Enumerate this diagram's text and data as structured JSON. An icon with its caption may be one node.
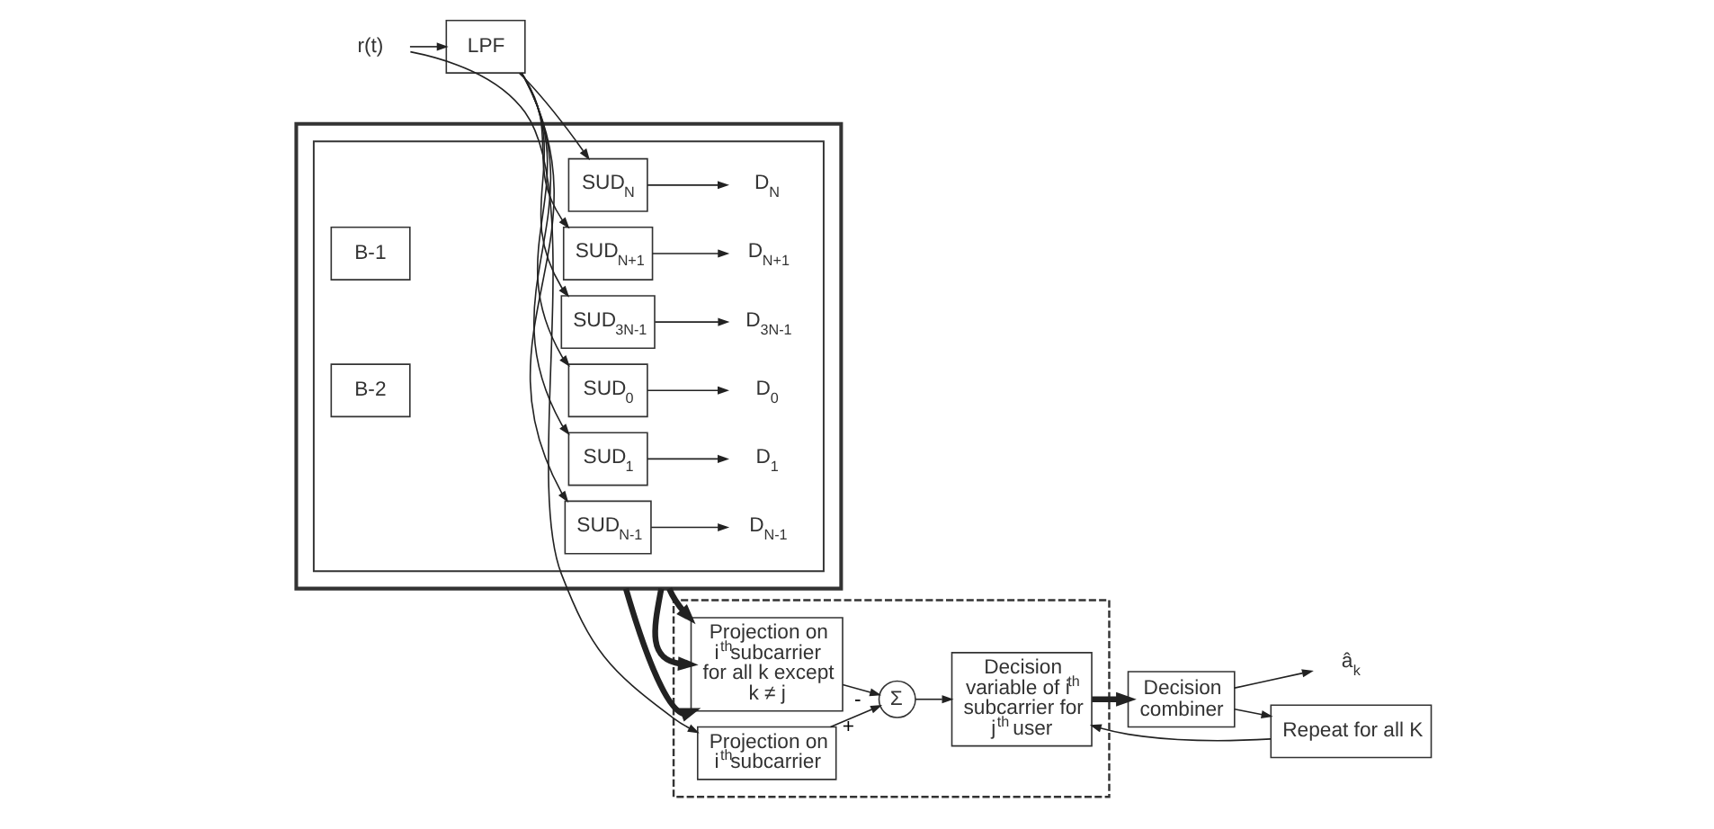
{
  "diagram": {
    "nodes": [
      {
        "text": [
          "r(t)"
        ]
      },
      {
        "text": [
          "LPF"
        ]
      },
      {
        "text": [],
        "shape": "box"
      },
      {
        "text": [],
        "shape": "box",
        "in": 2
      },
      {
        "text": [
          "B-1"
        ],
        "in": 3
      },
      {
        "text": [
          "SUD$_{0}$"
        ],
        "in": 3
      },
      {
        "text": [
          "D$_{0}$"
        ],
        "in": 3
      },
      {
        "text": [
          "SUD$_{1}$"
        ],
        "in": 3
      },
      {
        "text": [
          "D$_{1}$"
        ],
        "in": 3
      },
      {
        "text": [
          "SUD$_{N-1}$"
        ],
        "in": 3
      },
      {
        "text": [
          "D$_{N-1}$"
        ],
        "in": 3
      },
      {
        "text": [
          "B-2"
        ],
        "in": 3
      },
      {
        "text": [
          "SUD$_{N}$"
        ],
        "in": 3
      },
      {
        "text": [
          "D$_{N}$"
        ],
        "in": 3
      },
      {
        "text": [
          "SUD$_{N+1}$"
        ],
        "in": 3
      },
      {
        "text": [
          "D$_{N+1}$"
        ],
        "in": 3
      },
      {
        "text": [
          "SUD$_{3N-1}$"
        ],
        "in": 3
      },
      {
        "text": [
          "D$_{3N-1}$"
        ],
        "in": 3
      },
      {
        "text": [],
        "shape": "box"
      },
      {
        "text": [
          "Projection on i$^{th}$subcarrier for all k except k ≠ j"
        ],
        "in": 18
      },
      {
        "text": [
          "Σ"
        ],
        "in": 18
      },
      {
        "text": [
          "Projection on i$^{th}$subcarrier"
        ],
        "in": 18
      },
      {
        "text": [
          "Decision variable of i$^{th}$ subcarrier for j$^{th}$ user"
        ],
        "in": 18
      },
      {
        "text": [
          "Decision combiner"
        ]
      },
      {
        "text": [
          "â$_{k}$"
        ]
      },
      {
        "text": [
          "Repeat for all K"
        ]
      }
    ],
    "edges": [
      {
        "from": 0,
        "to": 1,
        "arrow": "to"
      },
      {
        "from": 1,
        "to": 5,
        "arrow": "to"
      },
      {
        "from": 1,
        "to": 7,
        "arrow": "to"
      },
      {
        "from": 1,
        "to": 9,
        "arrow": "to"
      },
      {
        "from": 1,
        "to": 12,
        "arrow": "to"
      },
      {
        "from": 1,
        "to": 14,
        "arrow": "to"
      },
      {
        "from": 1,
        "to": 16,
        "arrow": "to"
      },
      {
        "from": 5,
        "to": 6,
        "arrow": "to"
      },
      {
        "from": 7,
        "to": 8,
        "arrow": "to"
      },
      {
        "from": 9,
        "to": 10,
        "arrow": "to"
      },
      {
        "from": 12,
        "to": 13,
        "arrow": "to"
      },
      {
        "from": 14,
        "to": 15,
        "arrow": "to"
      },
      {
        "from": 16,
        "to": 17,
        "arrow": "to"
      },
      {
        "from": 2,
        "to": 19,
        "arrow": "to",
        "style": "thick"
      },
      {
        "from": 2,
        "to": 19,
        "arrow": "to",
        "style": "thick"
      },
      {
        "from": 2,
        "to": 19,
        "arrow": "to",
        "style": "thick"
      },
      {
        "from": 19,
        "to": 20,
        "arrow": "to",
        "label": "-"
      },
      {
        "from": 21,
        "to": 20,
        "arrow": "to",
        "label": "+"
      },
      {
        "from": 20,
        "to": 22,
        "arrow": "to"
      },
      {
        "from": 22,
        "to": 23,
        "arrow": "to",
        "style": "thick"
      },
      {
        "from": 23,
        "to": 24,
        "arrow": "to"
      },
      {
        "from": 23,
        "to": 25,
        "arrow": "to"
      },
      {
        "from": 25,
        "to": 22,
        "arrow": "to"
      },
      {
        "from": 0,
        "to": 21,
        "arrow": "to"
      }
    ]
  }
}
